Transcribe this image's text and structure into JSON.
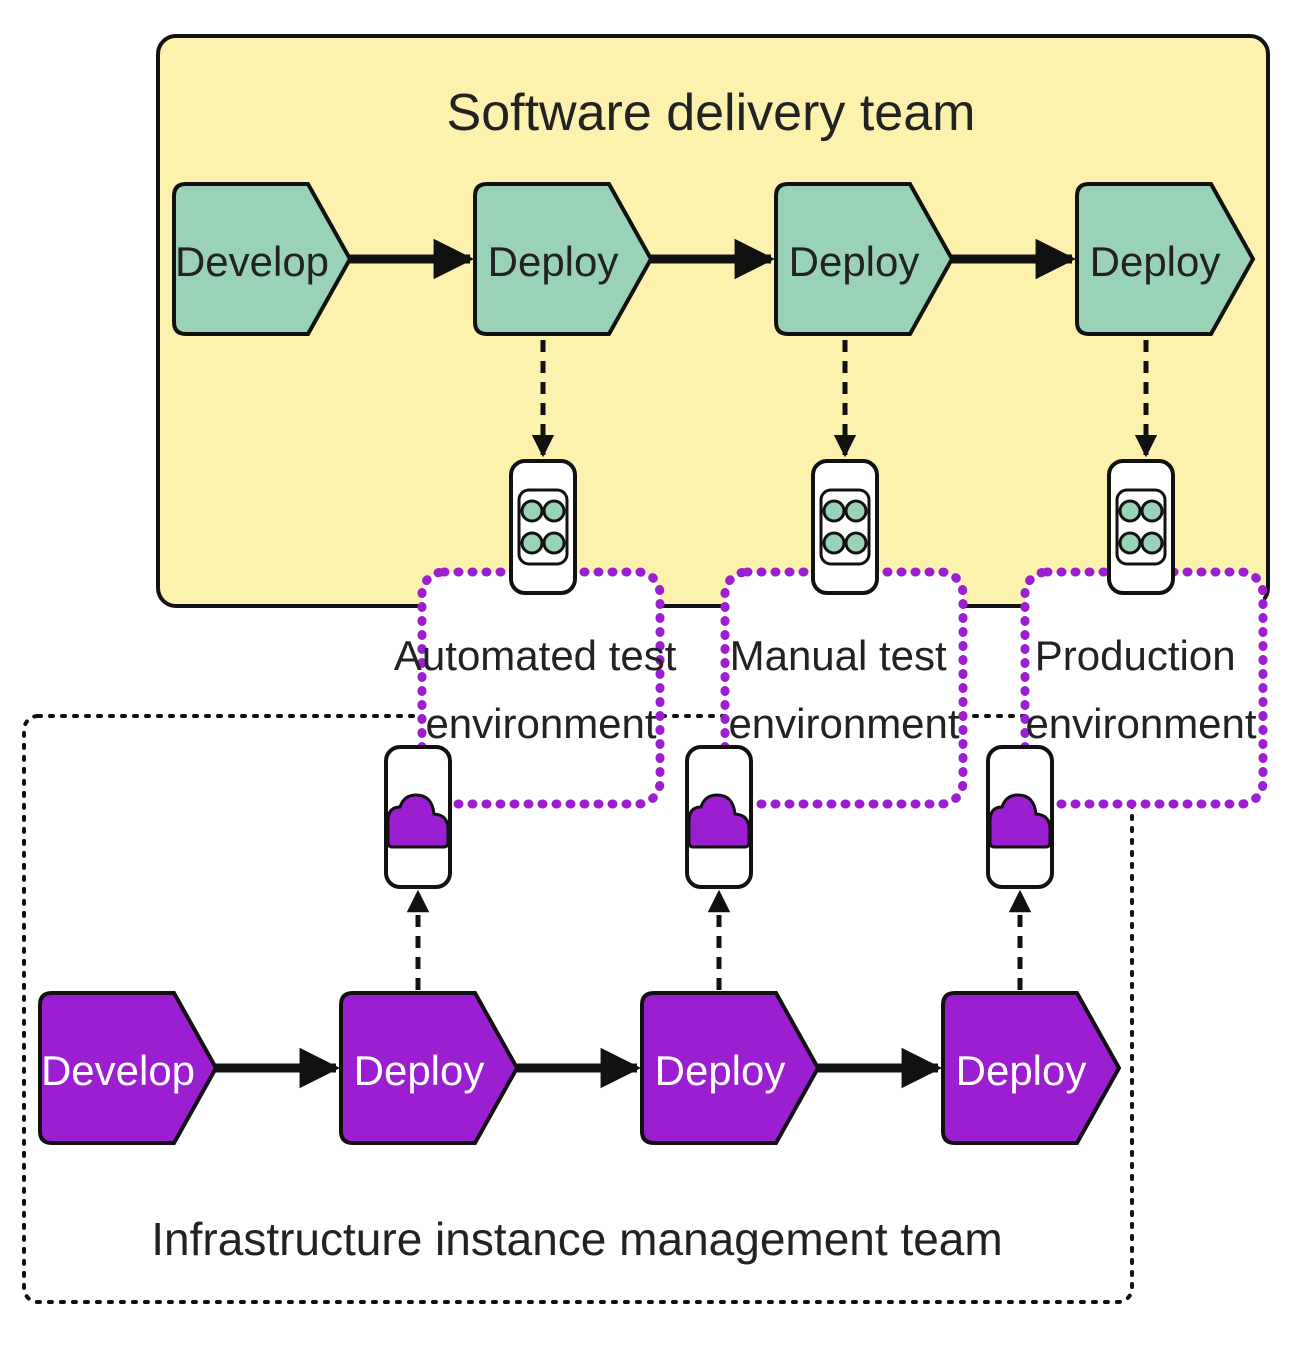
{
  "software_team": {
    "title": "Software delivery team",
    "stages": [
      "Develop",
      "Deploy",
      "Deploy",
      "Deploy"
    ]
  },
  "infra_team": {
    "title": "Infrastructure instance management team",
    "stages": [
      "Develop",
      "Deploy",
      "Deploy",
      "Deploy"
    ]
  },
  "environments": [
    {
      "line1": "Automated test",
      "line2": "environment"
    },
    {
      "line1": "Manual test",
      "line2": "environment"
    },
    {
      "line1": "Production",
      "line2": "environment"
    }
  ],
  "colors": {
    "software_area": "#fcf1ad",
    "software_stage": "#99d2b6",
    "infra_stage": "#9b1fd1",
    "environment_border": "#9b1fd1",
    "outline": "#111111"
  },
  "icons": {
    "software_artifact": "app-cluster-icon",
    "infra_artifact": "cloud-icon"
  }
}
